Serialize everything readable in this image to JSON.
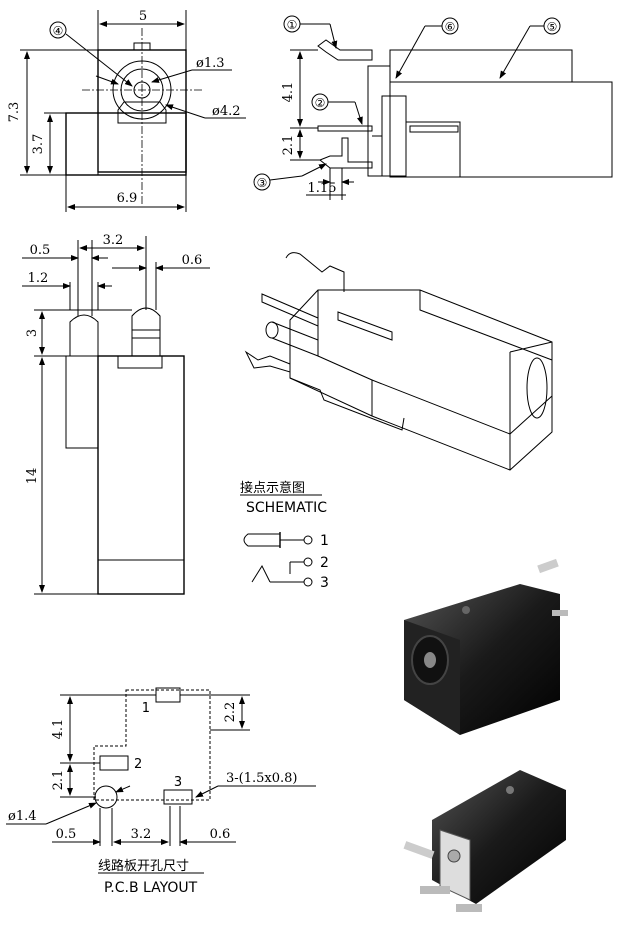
{
  "front_view": {
    "dims": {
      "width_top": "5",
      "width_bottom": "6.9",
      "height_total": "7.3",
      "height_lower": "3.7",
      "dia_small": "ø1.3",
      "dia_large": "ø4.2"
    },
    "callout": "④"
  },
  "side_view": {
    "dims": {
      "h1": "4.1",
      "h2": "2.1",
      "w1": "1.15"
    },
    "callouts": [
      "①",
      "②",
      "③",
      "⑥",
      "⑤"
    ]
  },
  "bottom_view": {
    "dims": {
      "d05": "0.5",
      "d32": "3.2",
      "d12": "1.2",
      "d06": "0.6",
      "d3": "3",
      "d14": "14"
    }
  },
  "schematic": {
    "title_cn": "接点示意图",
    "title_en": "SCHEMATIC",
    "pins": [
      "1",
      "2",
      "3"
    ]
  },
  "pcb": {
    "dims": {
      "d41": "4.1",
      "d22": "2.2",
      "d21": "2.1",
      "dia": "ø1.4",
      "d05": "0.5",
      "d32": "3.2",
      "d06": "0.6",
      "slot": "3-(1.5x0.8)"
    },
    "pad_labels": [
      "1",
      "2",
      "3"
    ],
    "title_cn": "线路板开孔尺寸",
    "title_en": "P.C.B LAYOUT"
  },
  "photos": {
    "photo1": "dc-jack-photo-front",
    "photo2": "dc-jack-photo-bottom"
  }
}
